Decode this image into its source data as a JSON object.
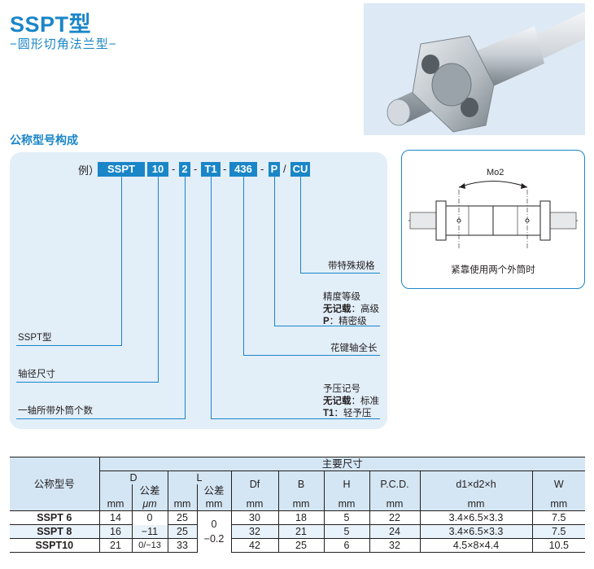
{
  "header": {
    "title": "SSPT型",
    "subtitle": "−圆形切角法兰型−"
  },
  "nomenclature": {
    "heading": "公称型号构成",
    "prefix": "例）",
    "codes": [
      "SSPT",
      "10",
      "2",
      "T1",
      "436",
      "P",
      "CU"
    ],
    "separators": [
      "-",
      "-",
      "-",
      "-",
      "/"
    ],
    "labels": {
      "special": "带特殊规格",
      "accuracy_title": "精度等级",
      "accuracy_none_key": "无记载",
      "accuracy_none_val": "：高级",
      "accuracy_p_key": "P",
      "accuracy_p_val": "：精密级",
      "length": "花键轴全长",
      "model": "SSPT型",
      "shaft": "轴径尺寸",
      "count": "一轴所带外筒个数",
      "preload_title": "予压记号",
      "preload_none_key": "无记载",
      "preload_none_val": "：标准",
      "preload_t1_key": "T1",
      "preload_t1_val": "：轻予压"
    }
  },
  "diagram": {
    "moment_label": "Mo2",
    "caption": "紧靠使用两个外筒时"
  },
  "spec_table": {
    "col_model": "公称型号",
    "main_dims": "主要尺寸",
    "headers": {
      "D": "D",
      "L": "L",
      "Df": "Df",
      "B": "B",
      "H": "H",
      "PCD": "P.C.D.",
      "d1d2h": "d1×d2×h",
      "W": "W"
    },
    "tol_label": "公差",
    "unit_mm": "mm",
    "unit_um": "μm",
    "L_tol_top": "0",
    "L_tol_bottom": "−0.2",
    "rows": [
      {
        "model": "SSPT 6",
        "D": "14",
        "Dtol": "0",
        "L": "25",
        "Df": "30",
        "B": "18",
        "H": "5",
        "PCD": "22",
        "d": "3.4×6.5×3.3",
        "W": "7.5"
      },
      {
        "model": "SSPT 8",
        "D": "16",
        "Dtol": "−11",
        "L": "25",
        "Df": "32",
        "B": "21",
        "H": "5",
        "PCD": "24",
        "d": "3.4×6.5×3.3",
        "W": "7.5"
      },
      {
        "model": "SSPT10",
        "D": "21",
        "Dtol": "0/−13",
        "L": "33",
        "Df": "42",
        "B": "25",
        "H": "6",
        "PCD": "32",
        "d": "4.5×8×4.4",
        "W": "10.5"
      }
    ]
  },
  "colors": {
    "accent": "#1a86c8",
    "panel": "#e2eef8",
    "table_head": "#d4e6f4"
  }
}
